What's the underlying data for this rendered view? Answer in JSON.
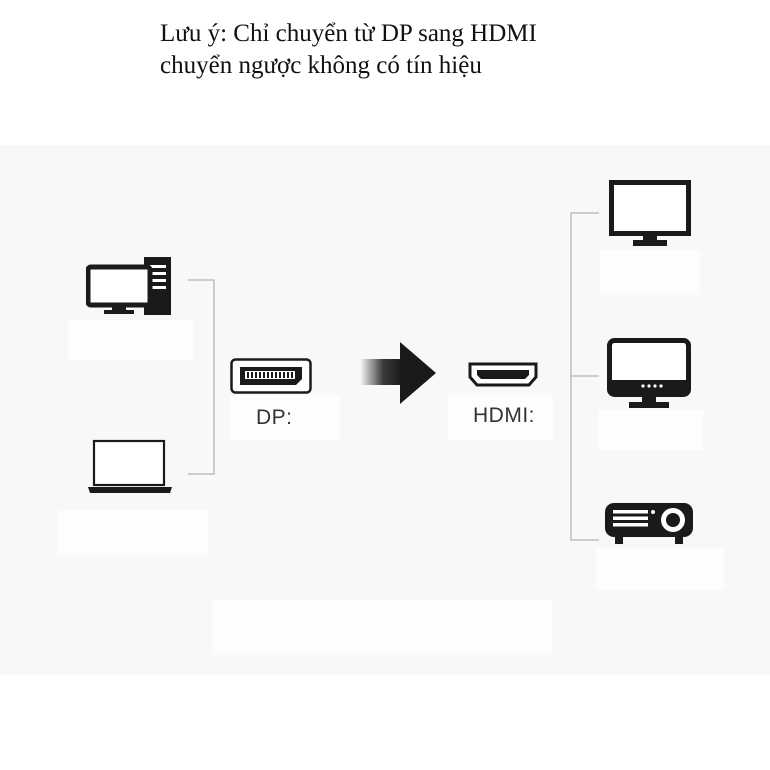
{
  "note": {
    "line1": "Lưu ý: Chỉ chuyển từ DP sang HDMI",
    "line2": "chuyển ngược không có tín hiệu"
  },
  "labels": {
    "dp": "DP:",
    "hdmi": "HDMI:"
  },
  "icons": {
    "sources": [
      "desktop-computer-icon",
      "laptop-icon"
    ],
    "dp_port": "displayport-connector-icon",
    "arrow": "arrow-right-icon",
    "hdmi_port": "hdmi-connector-icon",
    "targets": [
      "monitor-icon",
      "tv-icon",
      "projector-icon"
    ]
  },
  "colors": {
    "icon": "#1a1a1a",
    "line": "#bdbdbd",
    "panel": "#f8f8f8"
  }
}
